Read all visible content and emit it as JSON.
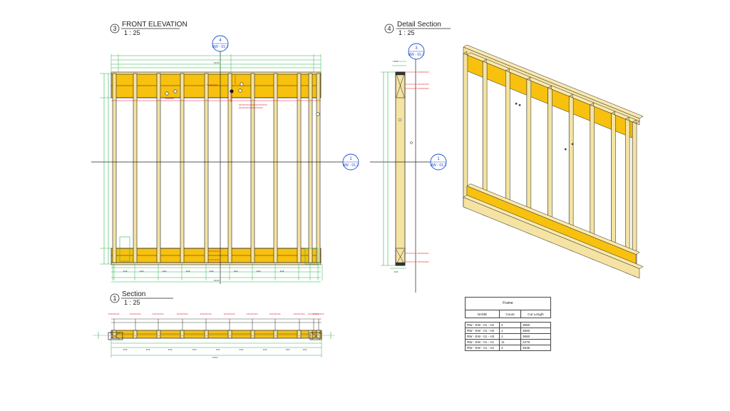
{
  "views": {
    "front_elevation": {
      "number": "3",
      "title": "FRONT ELEVATION",
      "scale": "1 : 25"
    },
    "detail_section": {
      "number": "4",
      "title": "Detail Section",
      "scale": "1 : 25"
    },
    "section": {
      "number": "1",
      "title": "Section",
      "scale": "1 : 25"
    }
  },
  "section_markers": {
    "top": {
      "number": "4",
      "code": "RW - 01-2"
    },
    "right": {
      "number": "1",
      "code": "RW - 01-2"
    },
    "detail_top": {
      "number": "3",
      "code": "RW - 01-2"
    },
    "detail_right": {
      "number": "1",
      "code": "RW - 01-2"
    }
  },
  "schedule": {
    "caption": "Frame",
    "columns": [
      "NAME",
      "Count",
      "Cut Length"
    ],
    "rows": [
      [
        "RW - EW - 01 - H1",
        "2",
        "3660"
      ],
      [
        "RW - EW - 01 - H2",
        "1",
        "3660"
      ],
      [
        "RW - EW - 01 - H3",
        "1",
        "3660"
      ],
      [
        "RW - EW - 01 - V1",
        "11",
        "2275"
      ],
      [
        "RW - EW - 01 - V2",
        "2",
        "2635"
      ]
    ]
  },
  "colors": {
    "timber": "#F7C10E",
    "timber_light": "#F4E3A2",
    "dimension": "#2DB34A",
    "annotation": "#E0202A",
    "reference": "#1F4FD0",
    "line": "#222222"
  }
}
